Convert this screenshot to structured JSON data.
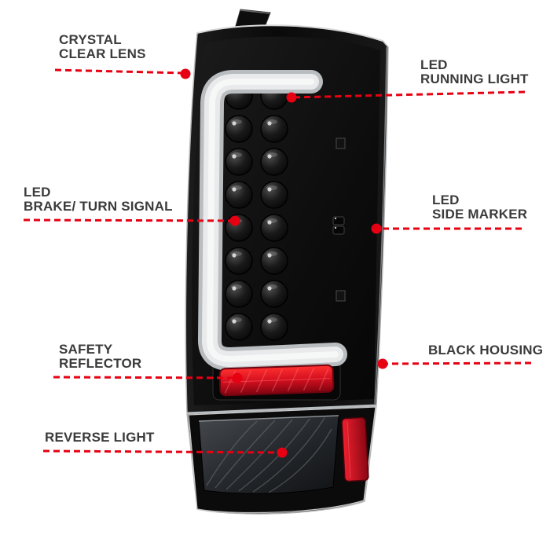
{
  "colors": {
    "callout_red": "#e60012",
    "label_text": "#3b3b3b",
    "housing_black": "#0b0b0b",
    "reflector_red": "#d40f1f",
    "tube_gray": "#e8eaeb",
    "background": "#ffffff"
  },
  "callouts": [
    {
      "id": "crystal-clear-lens",
      "lines": [
        "CRYSTAL",
        "CLEAR LENS"
      ]
    },
    {
      "id": "led-running-light",
      "lines": [
        "LED",
        "RUNNING LIGHT"
      ]
    },
    {
      "id": "led-brake-turn-signal",
      "lines": [
        "LED",
        "BRAKE/ TURN SIGNAL"
      ]
    },
    {
      "id": "led-side-marker",
      "lines": [
        "LED",
        "SIDE MARKER"
      ]
    },
    {
      "id": "safety-reflector",
      "lines": [
        "SAFETY",
        "REFLECTOR"
      ]
    },
    {
      "id": "black-housing",
      "lines": [
        "BLACK HOUSING"
      ]
    },
    {
      "id": "reverse-light",
      "lines": [
        "REVERSE LIGHT"
      ]
    }
  ]
}
